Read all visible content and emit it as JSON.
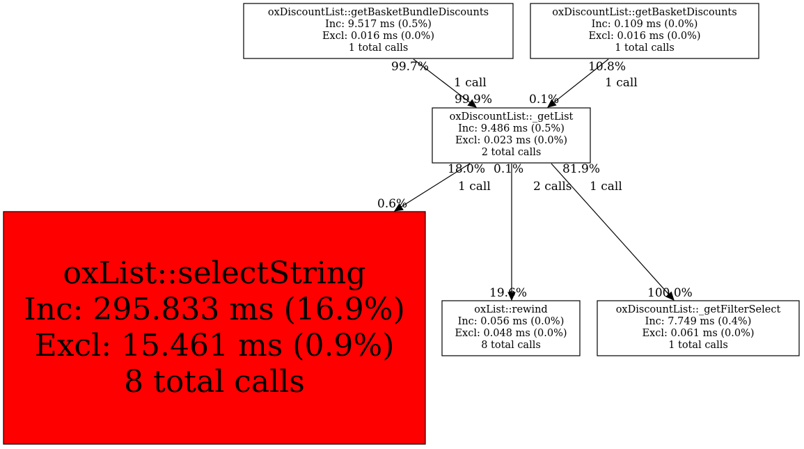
{
  "colors": {
    "default_fill": "#ffffff",
    "hot_fill": "#ff0000",
    "stroke": "#000000"
  },
  "nodes": [
    {
      "id": "basketBundle",
      "fill": "default",
      "lines": [
        "oxDiscountList::getBasketBundleDiscounts",
        "Inc: 9.517 ms (0.5%)",
        "Excl: 0.016 ms (0.0%)",
        "1 total calls"
      ]
    },
    {
      "id": "basketDiscounts",
      "fill": "default",
      "lines": [
        "oxDiscountList::getBasketDiscounts",
        "Inc: 0.109 ms (0.0%)",
        "Excl: 0.016 ms (0.0%)",
        "1 total calls"
      ]
    },
    {
      "id": "getList",
      "fill": "default",
      "lines": [
        "oxDiscountList::_getList",
        "Inc: 9.486 ms (0.5%)",
        "Excl: 0.023 ms (0.0%)",
        "2 total calls"
      ]
    },
    {
      "id": "selectString",
      "fill": "hot",
      "lines": [
        "oxList::selectString",
        "Inc: 295.833 ms (16.9%)",
        "Excl: 15.461 ms (0.9%)",
        "8 total calls"
      ]
    },
    {
      "id": "rewind",
      "fill": "default",
      "lines": [
        "oxList::rewind",
        "Inc: 0.056 ms (0.0%)",
        "Excl: 0.048 ms (0.0%)",
        "8 total calls"
      ]
    },
    {
      "id": "filterSelect",
      "fill": "default",
      "lines": [
        "oxDiscountList::_getFilterSelect",
        "Inc: 7.749 ms (0.4%)",
        "Excl: 0.061 ms (0.0%)",
        "1 total calls"
      ]
    }
  ],
  "edges": [
    {
      "from": "basketBundle",
      "to": "getList",
      "label": "1 call",
      "tail": "99.7%",
      "head": "99.9%"
    },
    {
      "from": "basketDiscounts",
      "to": "getList",
      "label": "1 call",
      "tail": "10.8%",
      "head": "0.1%"
    },
    {
      "from": "getList",
      "to": "selectString",
      "label": "1 call",
      "tail": "18.0%",
      "head": "0.6%"
    },
    {
      "from": "getList",
      "to": "rewind",
      "label": "2 calls",
      "tail": "0.1%",
      "head": "19.6%"
    },
    {
      "from": "getList",
      "to": "filterSelect",
      "label": "1 call",
      "tail": "81.9%",
      "head": "100.0%"
    }
  ]
}
